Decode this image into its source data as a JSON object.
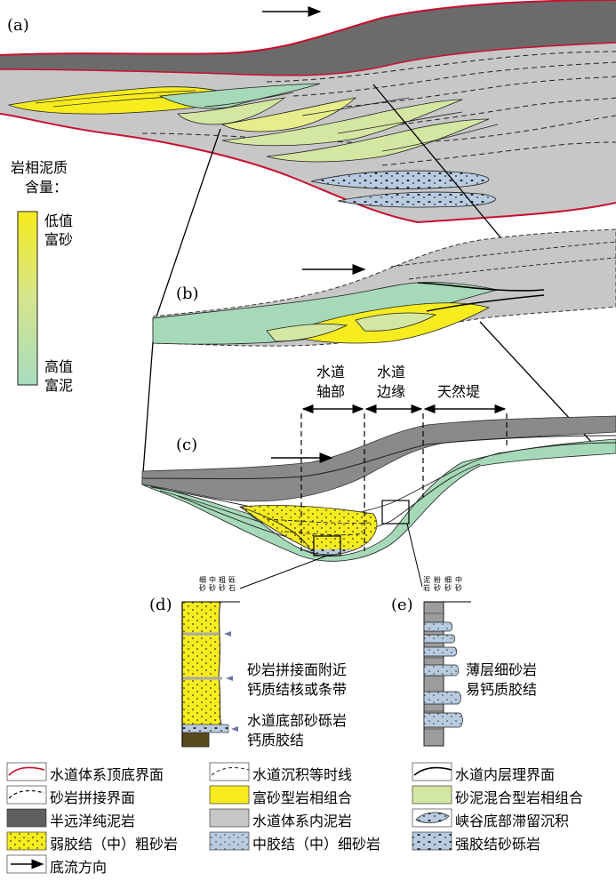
{
  "panels": {
    "a": "(a)",
    "b": "(b)",
    "c": "(c)",
    "d": "(d)",
    "e": "(e)"
  },
  "mud_scale": {
    "title_line1": "岩相泥质",
    "title_line2": "含量：",
    "low_line1": "低值",
    "low_line2": "富砂",
    "high_line1": "高值",
    "high_line2": "富泥",
    "color_top": "#f5ea1c",
    "color_bottom": "#a8dcc0"
  },
  "zones": {
    "axis_line1": "水道",
    "axis_line2": "轴部",
    "margin_line1": "水道",
    "margin_line2": "边缘",
    "levee": "天然堤"
  },
  "column_d": {
    "grain_labels": [
      "细砂",
      "中砂",
      "粗砂",
      "砾石"
    ],
    "note1_line1": "砂岩拼接面附近",
    "note1_line2": "钙质结核或条带",
    "note2_line1": "水道底部砂砾岩",
    "note2_line2": "钙质胶结"
  },
  "column_e": {
    "grain_labels": [
      "泥岩",
      "粉砂",
      "细砂",
      "中砂"
    ],
    "note_line1": "薄层细砂岩",
    "note_line2": "易钙质胶结"
  },
  "legend": [
    {
      "icon": "red-curve-icon",
      "label": "水道体系顶底界面"
    },
    {
      "icon": "dashed-curve-icon",
      "label": "水道沉积等时线"
    },
    {
      "icon": "black-curve-icon",
      "label": "水道内层理界面"
    },
    {
      "icon": "dashed-black-curve-icon",
      "label": "砂岩拼接界面"
    },
    {
      "icon": "yellow-box-icon",
      "label": "富砂型岩相组合"
    },
    {
      "icon": "lightgreen-box-icon",
      "label": "砂泥混合型岩相组合"
    },
    {
      "icon": "darkgray-box-icon",
      "label": "半远洋纯泥岩"
    },
    {
      "icon": "gray-box-icon",
      "label": "水道体系内泥岩"
    },
    {
      "icon": "lens-icon",
      "label": "峡谷底部滞留沉积"
    },
    {
      "icon": "dotted-yellow-box-icon",
      "label": "弱胶结（中）粗砂岩"
    },
    {
      "icon": "dotted-blue-box-icon",
      "label": "中胶结（中）细砂岩"
    },
    {
      "icon": "pebbly-blue-box-icon",
      "label": "强胶结砂砾岩"
    },
    {
      "icon": "arrow-icon",
      "label": "底流方向"
    }
  ],
  "colors": {
    "hemipelagic_mud": "#666666",
    "channel_mud": "#c4c4c4",
    "sand_rich": "#f7ec1e",
    "mixed": "#d3e6a2",
    "green": "#a6d9b8",
    "boundary_red": "#c8102e",
    "blue_sand": "#b8cbe0"
  }
}
